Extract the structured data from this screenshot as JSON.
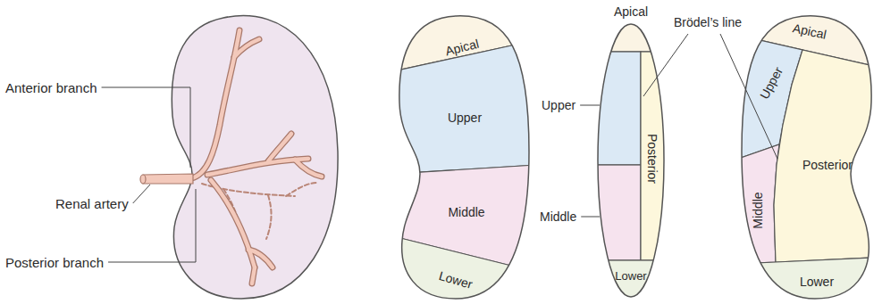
{
  "diagram": {
    "labels": [
      "Anterior branch",
      "Renal artery",
      "Posterior branch",
      "Apical",
      "Upper",
      "Middle",
      "Lower",
      "Apical",
      "Brödel’s line",
      "Upper",
      "Posterior",
      "Middle",
      "Lower",
      "Apical",
      "Upper",
      "Posterior",
      "Middle",
      "Lower"
    ]
  }
}
